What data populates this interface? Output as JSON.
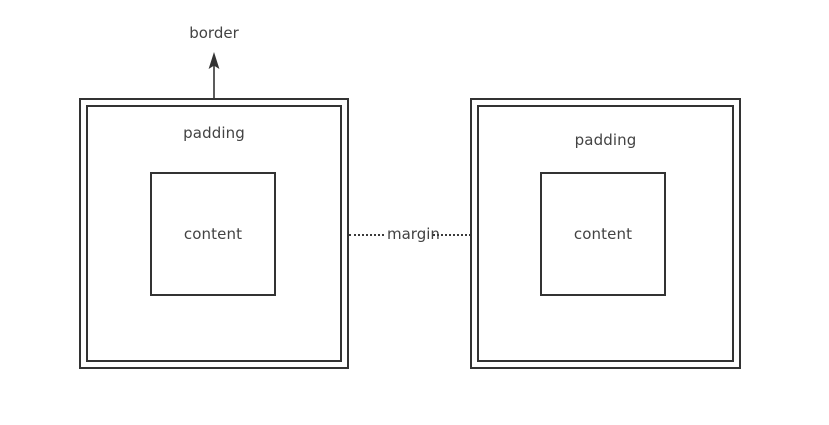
{
  "diagram": {
    "title_label": "border",
    "background_color": "#ffffff",
    "stroke_color": "#333333",
    "text_color": "#434343",
    "connector_label": "margin",
    "boxes": [
      {
        "id": "left",
        "border_label": "border",
        "padding_label": "padding",
        "content_label": "content"
      },
      {
        "id": "right",
        "padding_label": "padding",
        "content_label": "content"
      }
    ],
    "icons": {
      "arrow_up": "arrow-up-icon",
      "dotted_line": "dotted-line-icon"
    }
  }
}
